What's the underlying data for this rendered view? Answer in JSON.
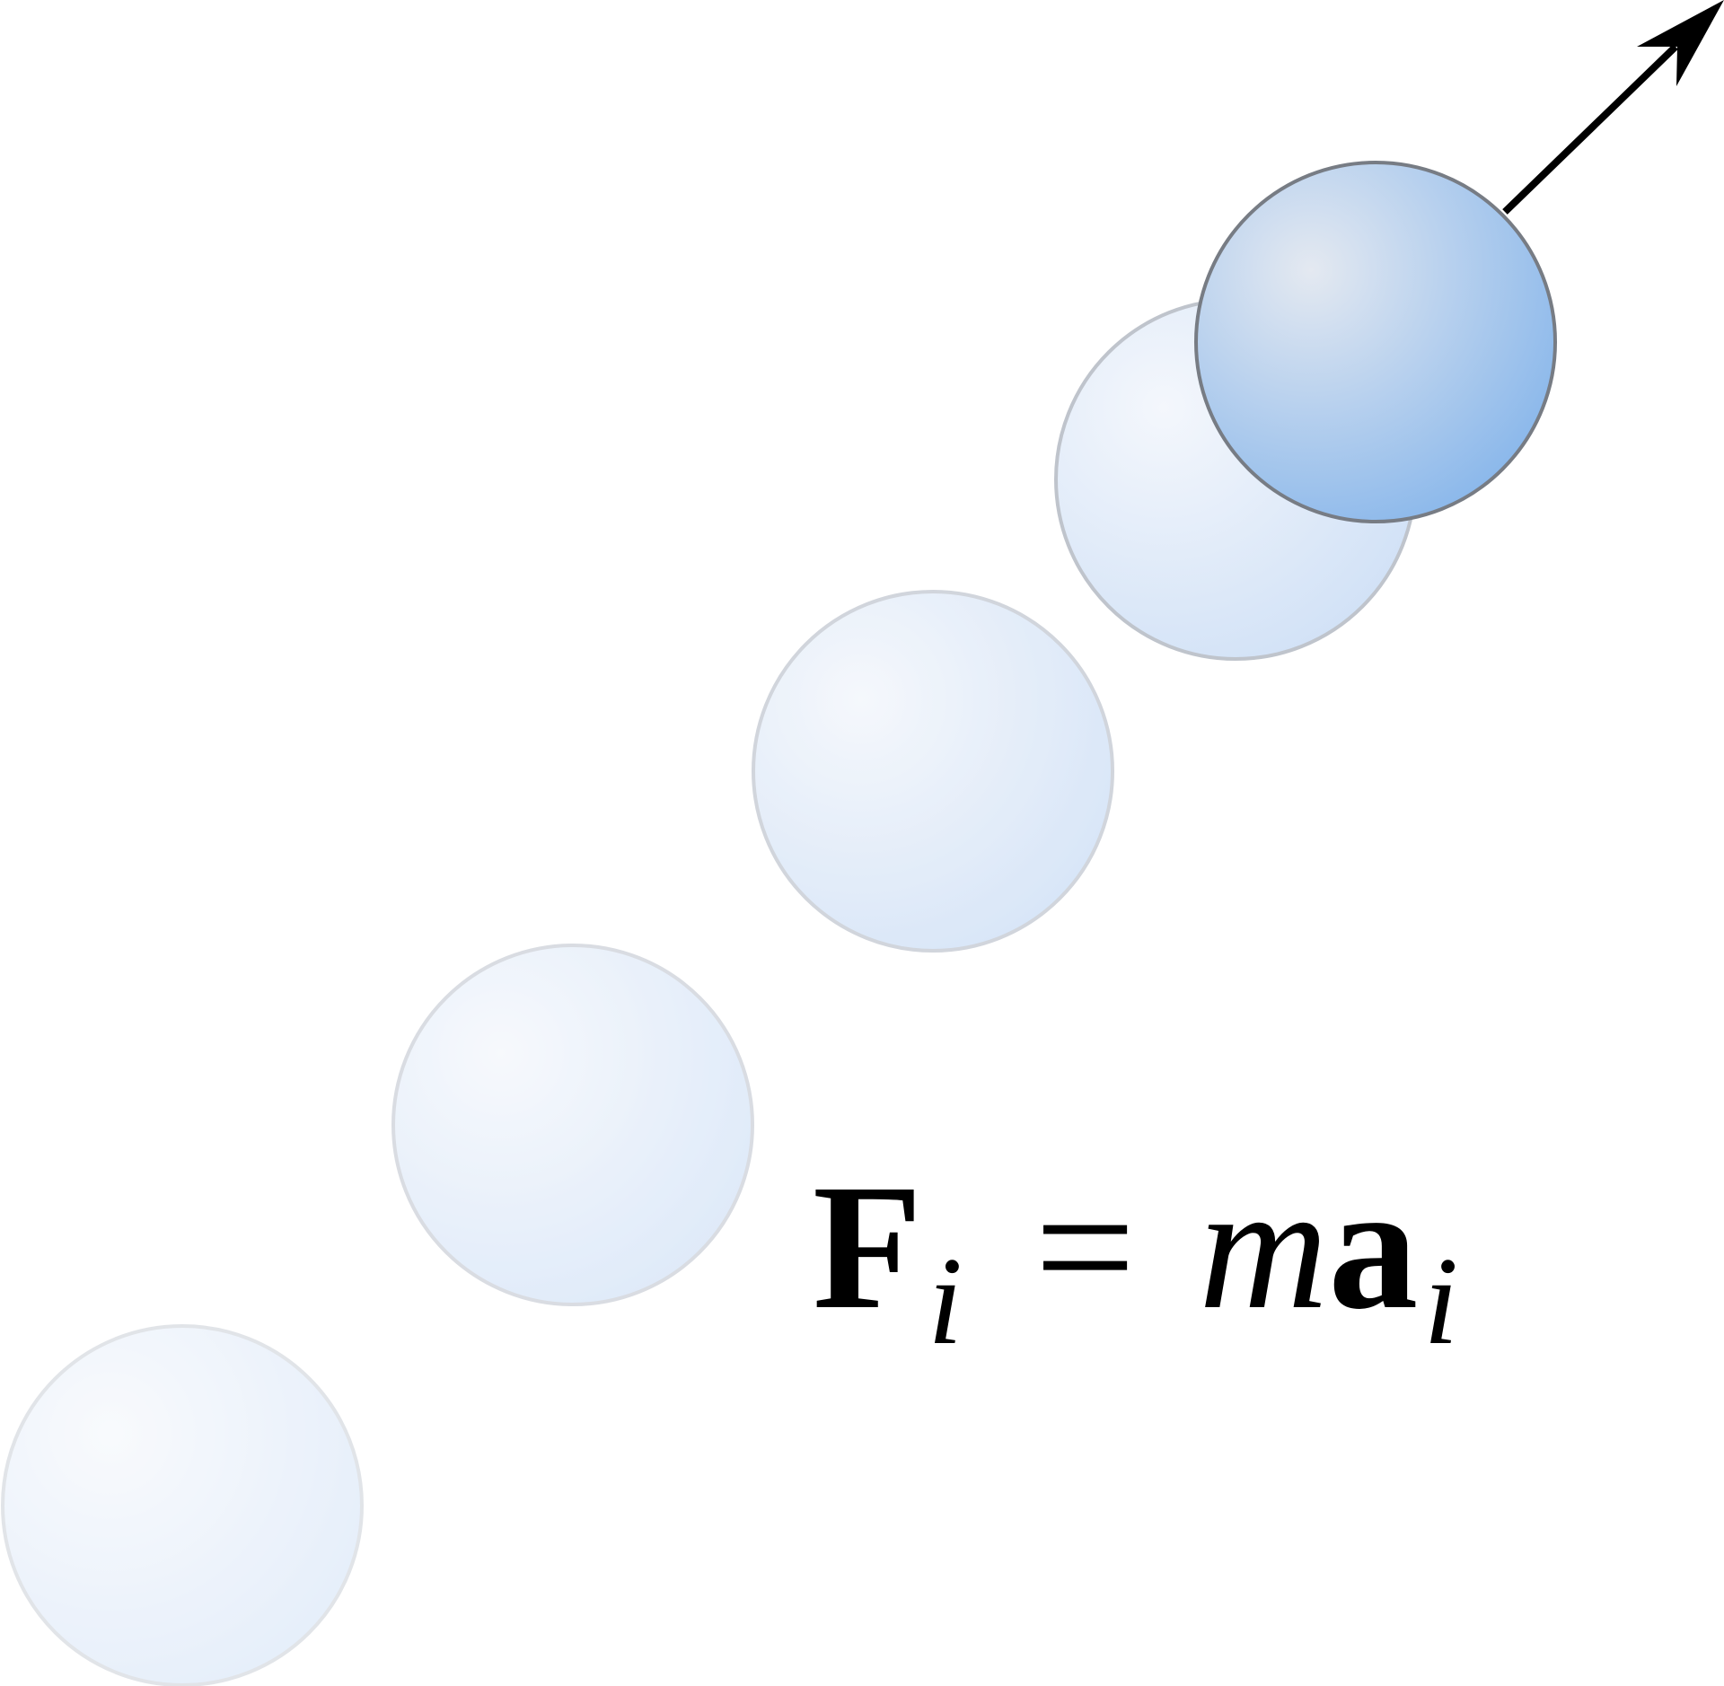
{
  "diagram": {
    "colors": {
      "background": "#ffffff",
      "ghost_ball": "#d9e6f7",
      "ghost_stroke": "#c9ced6",
      "active_ball": "#8db8ea",
      "active_highlight": "#e3e9f2",
      "active_stroke": "#777c84",
      "arrow": "#000000"
    },
    "balls": [
      {
        "role": "ghost",
        "opacity": 0.55
      },
      {
        "role": "ghost",
        "opacity": 0.7
      },
      {
        "role": "ghost",
        "opacity": 0.85
      },
      {
        "role": "ghost",
        "opacity": 1.0
      },
      {
        "role": "current",
        "opacity": 1.0
      }
    ],
    "arrow": {
      "icon": "velocity-arrow-icon"
    },
    "equation": {
      "force_symbol": "F",
      "force_index": "i",
      "equals": "=",
      "mass_symbol": "m",
      "accel_symbol": "a",
      "accel_index": "i"
    }
  }
}
